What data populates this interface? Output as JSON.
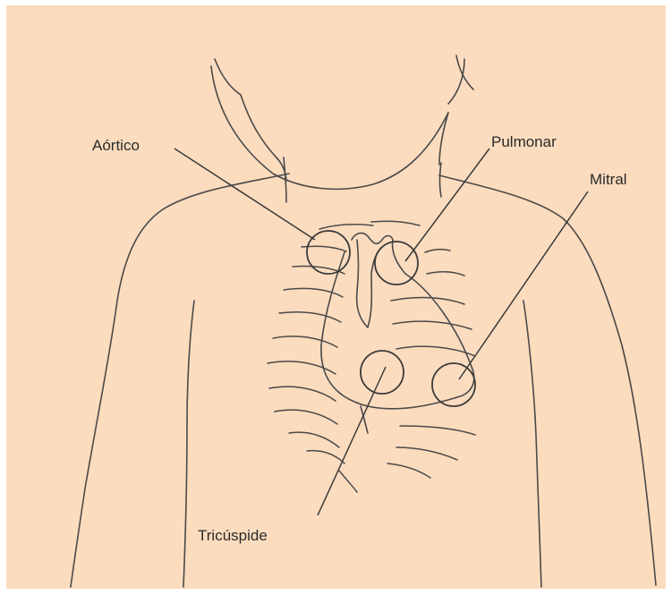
{
  "colors": {
    "background": "#fbdcbe",
    "line": "#4a4a4a"
  },
  "labels": {
    "aortic": "Aórtico",
    "pulmonary": "Pulmonar",
    "mitral": "Mitral",
    "tricuspid": "Tricúspide"
  }
}
